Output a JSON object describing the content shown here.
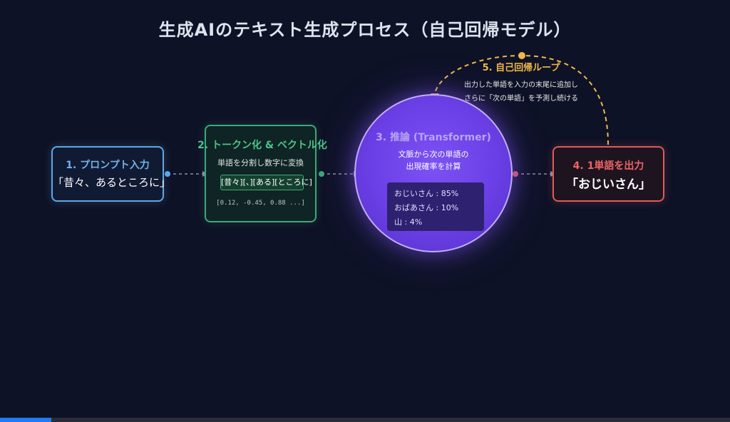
{
  "title": "生成AIのテキスト生成プロセス（自己回帰モデル）",
  "steps": {
    "prompt": {
      "heading": "1. プロンプト入力",
      "text": "「昔々、あるところに」"
    },
    "tokenize": {
      "heading": "2. トークン化 & ベクトル化",
      "description": "単語を分割し数字に変換",
      "tokens": "[昔々][、][ある][ところに]",
      "vector": "[0.12, -0.45, 0.88 ...]"
    },
    "inference": {
      "heading": "3. 推論 (Transformer)",
      "description_line1": "文脈から次の単語の",
      "description_line2": "出現確率を計算",
      "candidates": [
        {
          "label": "おじいさん : 85%"
        },
        {
          "label": "おばあさん : 10%"
        },
        {
          "label": "山 : 4%"
        }
      ]
    },
    "output": {
      "heading": "4. 1単語を出力",
      "text": "「おじいさん」"
    },
    "loop": {
      "heading": "5. 自己回帰ループ",
      "line1": "出力した単語を入力の末尾に追加し",
      "line2": "さらに「次の単語」を予測し続ける"
    }
  },
  "colors": {
    "prompt": "#5fa8e6",
    "tokenize": "#3fa877",
    "inference": "#7c52f3",
    "output": "#e05a5a",
    "loop": "#f0b84a"
  },
  "progress": {
    "fraction": 0.07
  }
}
